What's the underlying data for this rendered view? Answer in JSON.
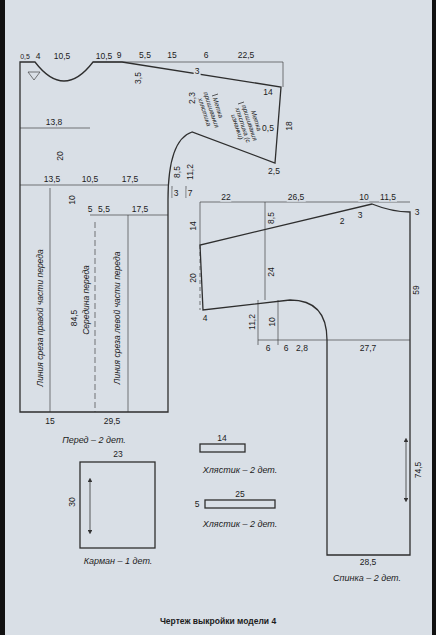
{
  "diagram": {
    "caption": "Чертеж выкройки модели 4",
    "nodes": [
      {
        "text": [
          "Метка пришивания хлястика",
          "Метка пришивания хлястика (с изнанки)",
          "Линия среза правой части переда",
          "Середина переда",
          "Линия среза левой части переда",
          "Перед – 2 дет."
        ]
      },
      {
        "text": [
          "Спинка – 2 дет."
        ]
      },
      {
        "text": [
          "Карман – 1 дет."
        ]
      },
      {
        "text": [
          "Хлястик – 2 дет."
        ]
      },
      {
        "text": [
          "Хлястик – 2 дет."
        ]
      }
    ],
    "labels": [
      "0,5",
      "4",
      "10,5",
      "10,5",
      "9",
      "5,5",
      "15",
      "6",
      "22,5",
      "3",
      "2,3",
      "3,5",
      "14",
      "0,5",
      "18",
      "2,5",
      "13,8",
      "20",
      "13,5",
      "10,5",
      "17,5",
      "8,5",
      "11,2",
      "3",
      "7",
      "10",
      "5",
      "5,5",
      "17,5",
      "84,5",
      "15",
      "29,5",
      "22",
      "26,5",
      "10",
      "11,5",
      "3",
      "2",
      "3",
      "14",
      "8,5",
      "24",
      "20",
      "4",
      "59",
      "11,2",
      "10",
      "6",
      "6",
      "2,8",
      "27,7",
      "74,5",
      "28,5",
      "23",
      "30",
      "14",
      "25",
      "5"
    ]
  }
}
